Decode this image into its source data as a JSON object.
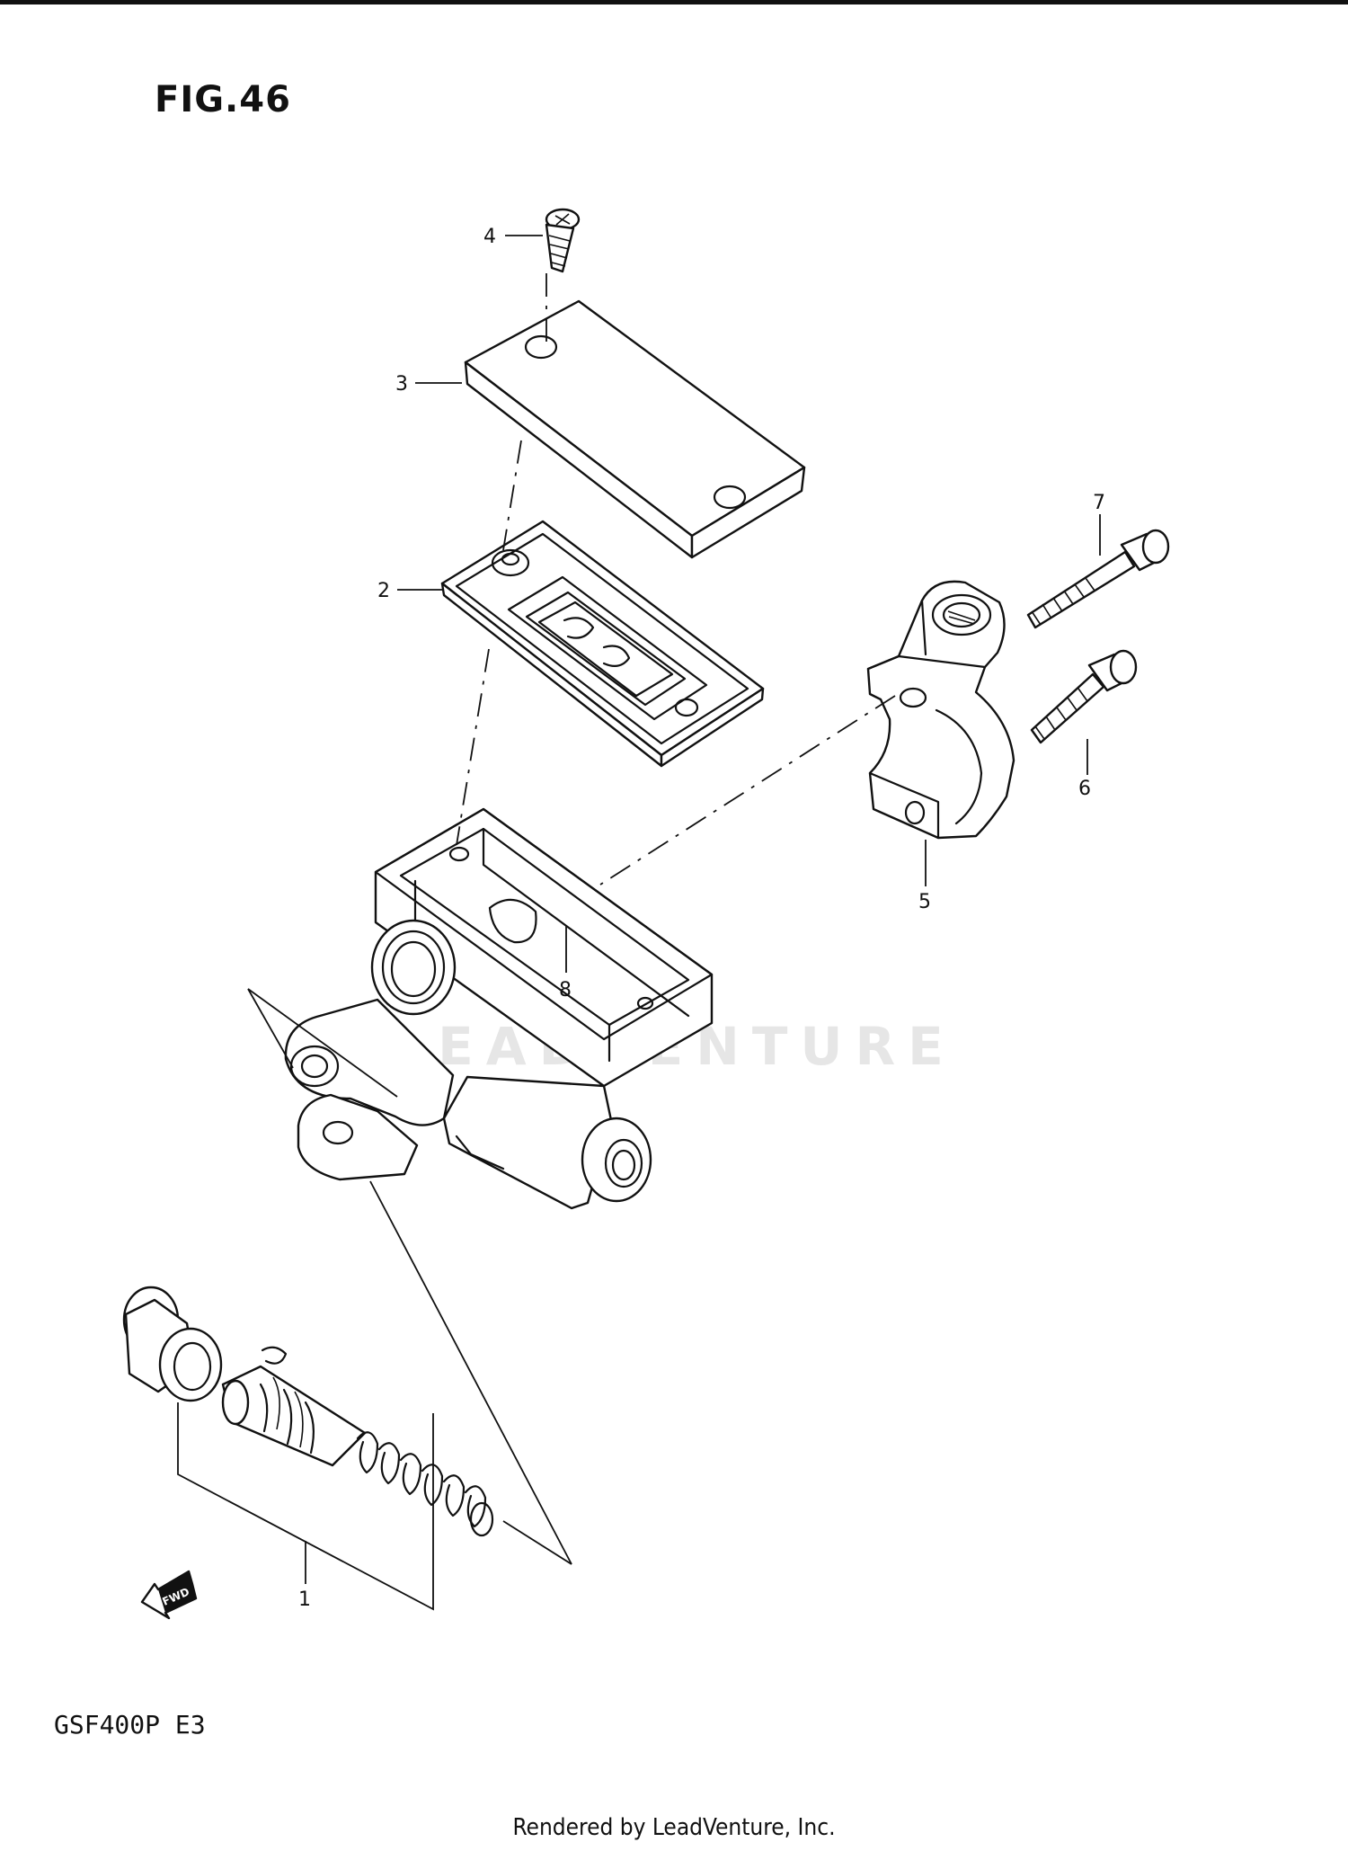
{
  "figure": {
    "title": "FIG.46"
  },
  "model_code": "GSF400P E3",
  "footer": "Rendered by LeadVenture, Inc.",
  "watermark": "LEADVENTURE",
  "direction_marker": "FWD",
  "callouts": [
    {
      "id": "c1",
      "label": "1"
    },
    {
      "id": "c2",
      "label": "2"
    },
    {
      "id": "c3",
      "label": "3"
    },
    {
      "id": "c4",
      "label": "4"
    },
    {
      "id": "c5",
      "label": "5"
    },
    {
      "id": "c6",
      "label": "6"
    },
    {
      "id": "c7",
      "label": "7"
    },
    {
      "id": "c8",
      "label": "8"
    }
  ]
}
